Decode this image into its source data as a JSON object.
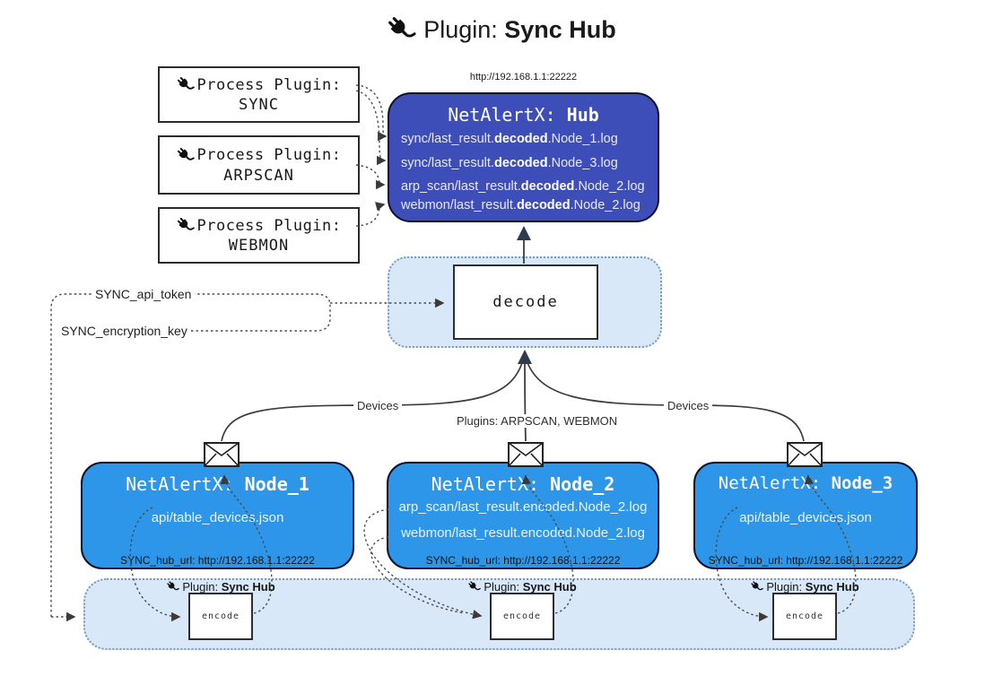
{
  "title": {
    "prefix": "Plugin: ",
    "name": "Sync Hub"
  },
  "colors": {
    "hub_fill": "#3e4eb8",
    "node_fill": "#2e96e8",
    "container_fill": "#d8e8f9",
    "container_border": "#7c99b6",
    "line": "#3d3d3d",
    "arrow_big": "#2e3a4e"
  },
  "process_plugins": [
    {
      "label": "Process Plugin:",
      "name": "SYNC"
    },
    {
      "label": "Process Plugin:",
      "name": "ARPSCAN"
    },
    {
      "label": "Process Plugin:",
      "name": "WEBMON"
    }
  ],
  "hub": {
    "url": "http://192.168.1.1:22222",
    "title_prefix": "NetAlertX: ",
    "title_name": "Hub",
    "lines": [
      {
        "pre": "sync/last_result.",
        "bold": "decoded",
        "post": ".Node_1.log"
      },
      {
        "pre": "sync/last_result.",
        "bold": "decoded",
        "post": ".Node_3.log"
      },
      {
        "pre": "arp_scan/last_result.",
        "bold": "decoded",
        "post": ".Node_2.log"
      },
      {
        "pre": "webmon/last_result.",
        "bold": "decoded",
        "post": ".Node_2.log"
      }
    ]
  },
  "decode": {
    "label": "decode"
  },
  "secrets": {
    "api_token": "SYNC_api_token",
    "encryption_key": "SYNC_encryption_key"
  },
  "edges": {
    "devices_left": "Devices",
    "devices_right": "Devices",
    "plugins_mid": "Plugins: ARPSCAN, WEBMON"
  },
  "nodes": [
    {
      "title_prefix": "NetAlertX: ",
      "title_name": "Node_1",
      "files": [
        "api/table_devices.json"
      ],
      "hub_url": "SYNC_hub_url: http://192.168.1.1:22222"
    },
    {
      "title_prefix": "NetAlertX: ",
      "title_name": "Node_2",
      "files": [
        "arp_scan/last_result.encoded.Node_2.log",
        "webmon/last_result.encoded.Node_2.log"
      ],
      "hub_url": "SYNC_hub_url: http://192.168.1.1:22222"
    },
    {
      "title_prefix": "NetAlertX: ",
      "title_name": "Node_3",
      "files": [
        "api/table_devices.json"
      ],
      "hub_url": "SYNC_hub_url: http://192.168.1.1:22222"
    }
  ],
  "encoders": [
    {
      "plugin_prefix": "Plugin: ",
      "plugin_name": "Sync Hub",
      "label": "encode"
    },
    {
      "plugin_prefix": "Plugin: ",
      "plugin_name": "Sync Hub",
      "label": "encode"
    },
    {
      "plugin_prefix": "Plugin: ",
      "plugin_name": "Sync Hub",
      "label": "encode"
    }
  ]
}
